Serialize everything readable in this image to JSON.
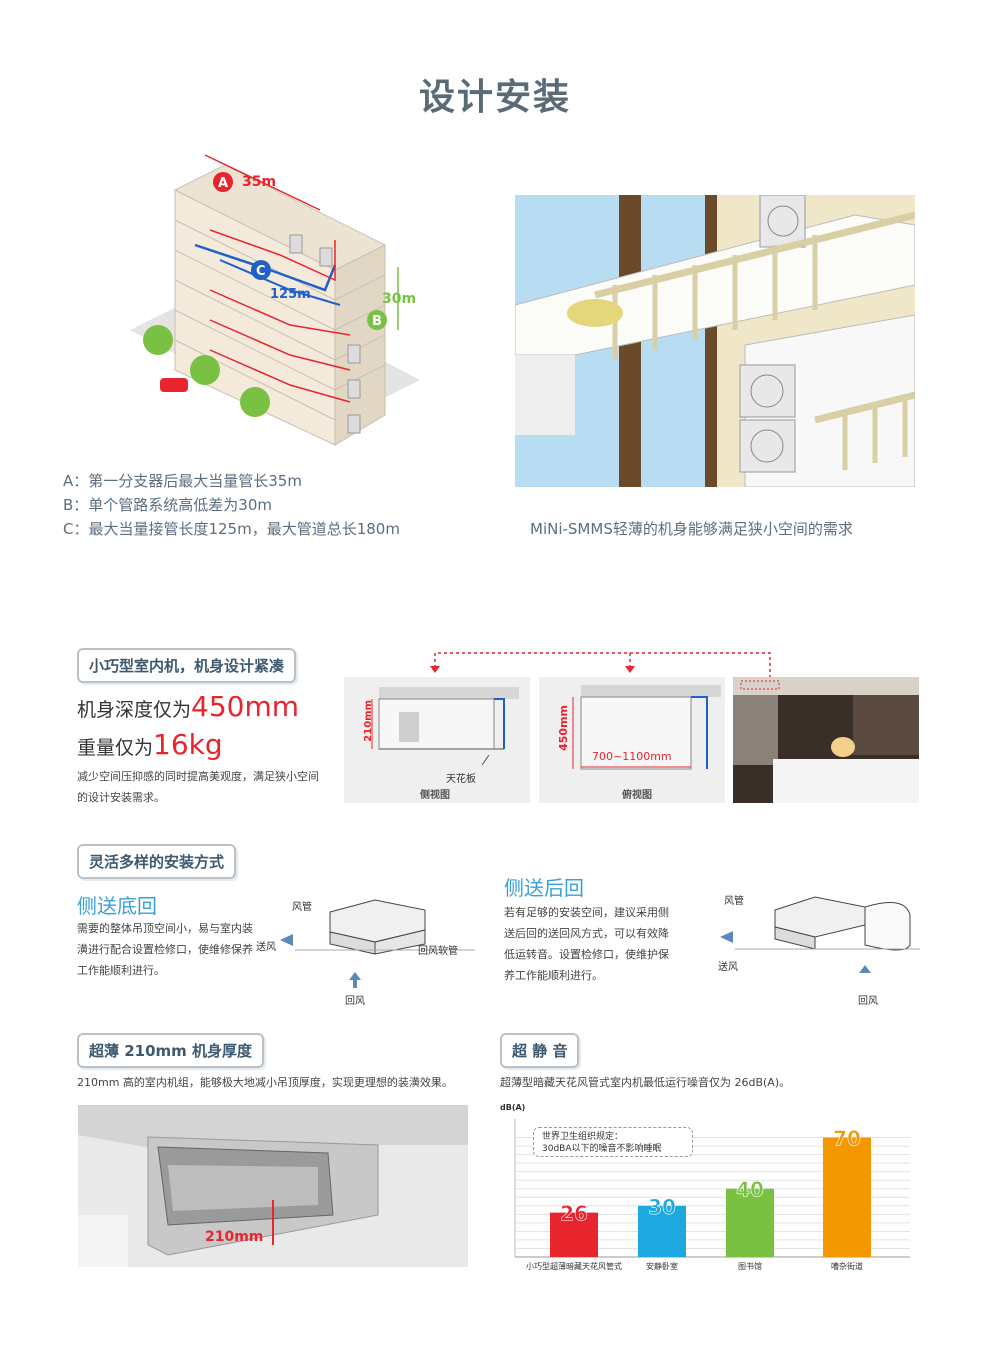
{
  "page_title": "设计安装",
  "building": {
    "label_a": "A",
    "label_b": "B",
    "label_c": "C",
    "dim_a": "35m",
    "dim_b": "30m",
    "dim_c": "125m"
  },
  "legend": [
    "A：第一分支器后最大当量管长35m",
    "B：单个管路系统高低差为30m",
    "C：最大当量接管长度125m，最大管道总长180m"
  ],
  "balcony_caption": "MiNi-SMMS轻薄的机身能够满足狭小空间的需求",
  "compact": {
    "tag": "小巧型室内机，机身设计紧凑",
    "depth_prefix": "机身深度仅为",
    "depth_value": "450mm",
    "weight_prefix": "重量仅为",
    "weight_value": "16kg",
    "desc": "减少空间压抑感的同时提高美观度，满足狭小空间的设计安装需求。",
    "side_view": {
      "dim": "210mm",
      "ceiling": "天花板",
      "label": "侧视图"
    },
    "top_view": {
      "dim_v": "450mm",
      "dim_h": "700~1100mm",
      "label": "俯视图"
    }
  },
  "install": {
    "tag": "灵活多样的安装方式",
    "bottom": {
      "heading": "侧送底回",
      "desc": "需要的整体吊顶空间小，易与室内装潢进行配合设置检修口，使维修保养工作能顺利进行。",
      "wind_pipe": "风管",
      "supply": "送风",
      "return_hose": "回风软管",
      "return": "回风"
    },
    "rear": {
      "heading": "侧送后回",
      "desc": "若有足够的安装空间，建议采用侧送后回的送回风方式，可以有效降低运转音。设置检修口，使维护保养工作能顺利进行。",
      "wind_pipe": "风管",
      "supply": "送风",
      "return": "回风"
    }
  },
  "thin": {
    "tag": "超薄 210mm 机身厚度",
    "desc": "210mm 高的室内机组，能够极大地减小吊顶厚度，实现更理想的装潢效果。",
    "dim": "210mm"
  },
  "quiet": {
    "tag": "超 静 音",
    "desc": "超薄型暗藏天花风管式室内机最低运行噪音仅为 26dB(A)。",
    "note_line1": "世界卫生组织规定：",
    "note_line2": "30dBA以下的噪音不影响睡眠"
  },
  "chart_data": {
    "type": "bar",
    "ylabel": "dB(A)",
    "categories": [
      "小巧型超薄暗藏天花风管式",
      "安静卧室",
      "图书馆",
      "嘈杂街道"
    ],
    "values": [
      26,
      30,
      40,
      70
    ],
    "colors": [
      "#e8242d",
      "#1ea8e0",
      "#7ac143",
      "#f39800"
    ],
    "ylim": [
      0,
      75
    ],
    "grid": true
  }
}
